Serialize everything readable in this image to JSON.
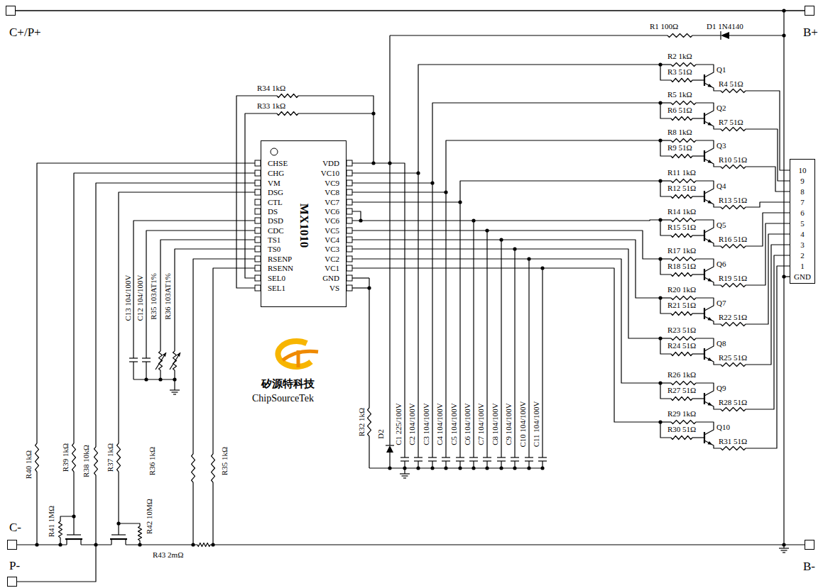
{
  "diagram": {
    "nodes": [
      {
        "text": [
          "C+/P+"
        ]
      },
      {
        "text": [
          "B+"
        ]
      },
      {
        "text": [
          "MX1010",
          "CHSE",
          "CHG",
          "VM",
          "DSG",
          "CTL",
          "DS",
          "DSD",
          "CDC",
          "TS1",
          "TS0",
          "RSENP",
          "RSENN",
          "SEL0",
          "SEL1",
          "VDD",
          "VC10",
          "VC9",
          "VC8",
          "VC7",
          "VC6",
          "VC6",
          "VC5",
          "VC4",
          "VC3",
          "VC2",
          "VC1",
          "GND",
          "VS"
        ]
      },
      {
        "text": [
          "10",
          "9",
          "8",
          "7",
          "6",
          "5",
          "4",
          "3",
          "2",
          "1",
          "GND"
        ]
      },
      {
        "text": [
          "C-"
        ]
      },
      {
        "text": [
          "P-"
        ]
      },
      {
        "text": [
          "B-"
        ]
      }
    ],
    "edges": [
      {
        "from": 0,
        "to": 1,
        "arrow": "none"
      }
    ],
    "labels": [
      "R1 100Ω",
      "D1 1N4140",
      "R2 1kΩ",
      "R3 51Ω",
      "Q1",
      "R4 51Ω",
      "R5 1kΩ",
      "R6 51Ω",
      "Q2",
      "R7 51Ω",
      "R8 1kΩ",
      "R9 51Ω",
      "Q3",
      "R10 51Ω",
      "R11 1kΩ",
      "R12 51Ω",
      "Q4",
      "R13 51Ω",
      "R14 1kΩ",
      "R15 51Ω",
      "Q5",
      "R16 51Ω",
      "R17 1kΩ",
      "R18 51Ω",
      "Q6",
      "R19 51Ω",
      "R20 1kΩ",
      "R21 51Ω",
      "Q7",
      "R22 51Ω",
      "R23 51Ω",
      "R24 51Ω",
      "Q8",
      "R25 51Ω",
      "R26 1kΩ",
      "R27 51Ω",
      "Q9",
      "R28 51Ω",
      "R29 1kΩ",
      "R30 51Ω",
      "Q10",
      "R31 51Ω",
      "R34 1kΩ",
      "R33 1kΩ",
      "C13 104/100V",
      "C12 104/100V",
      "R35 103AT1%",
      "R36 103AT1%",
      "矽源特科技",
      "ChipSourceTek",
      "R40 1kΩ",
      "R39 1kΩ",
      "R38 10kΩ",
      "R37 1kΩ",
      "R36 1kΩ",
      "R35 1kΩ",
      "R41 1MΩ",
      "R42 10MΩ",
      "R43 2mΩ",
      "R32 1kΩ",
      "D2",
      "C1 225/100V",
      "C2 104/100V",
      "C3 104/100V",
      "C4 104/100V",
      "C5 104/100V",
      "C6 104/100V",
      "C7 104/100V",
      "C8 104/100V",
      "C9 104/100V",
      "C10 104/100V",
      "C11 104/100V"
    ]
  }
}
